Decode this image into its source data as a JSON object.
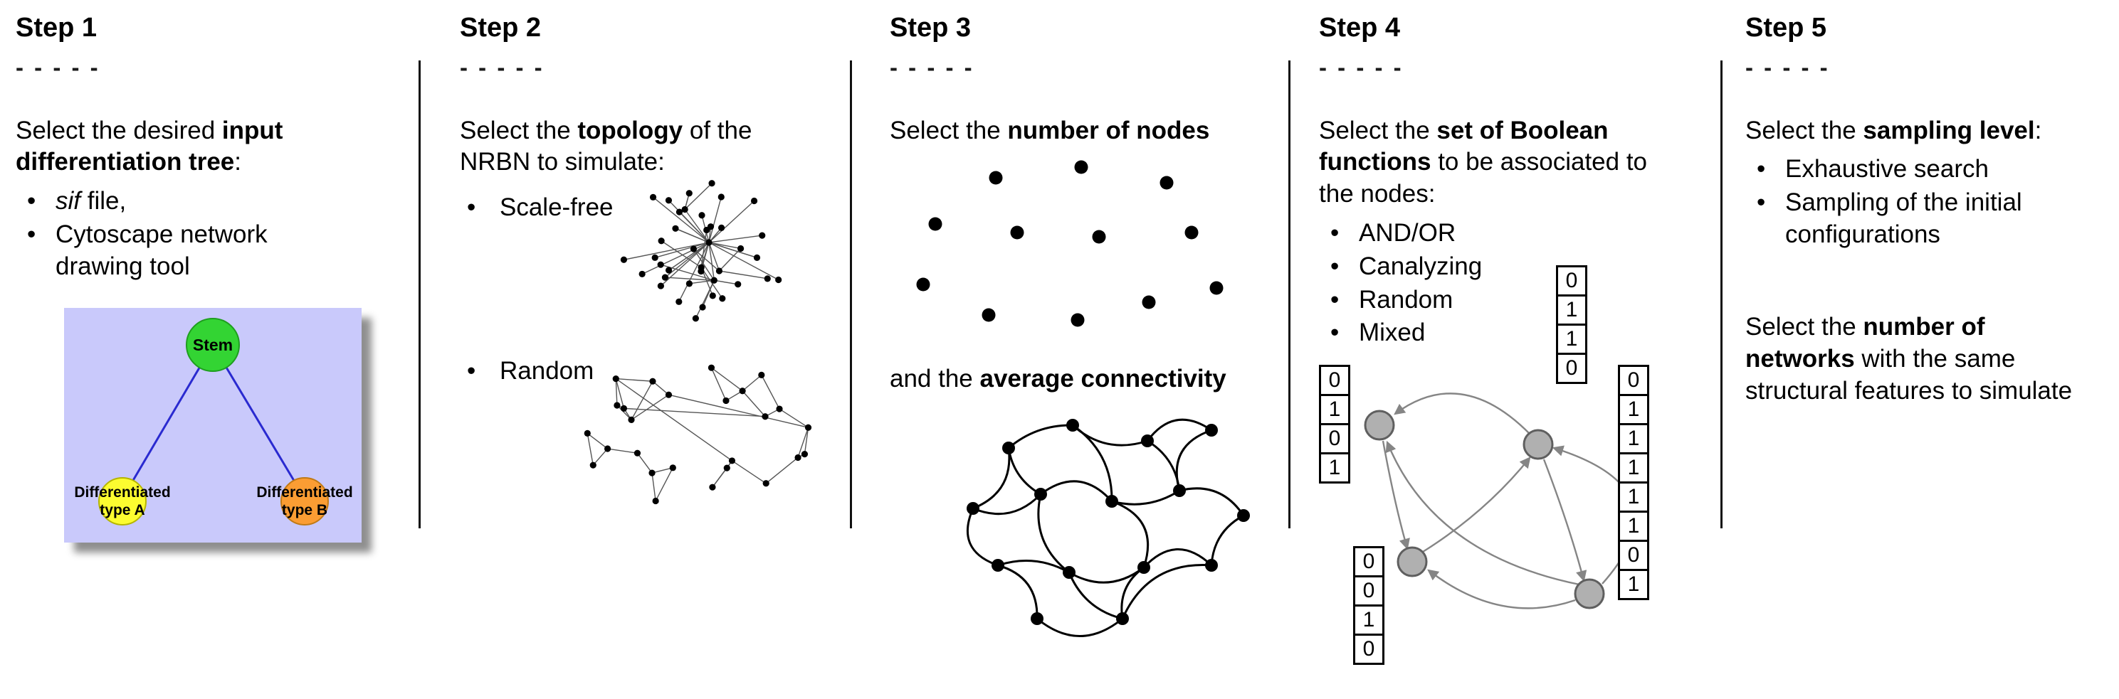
{
  "steps": [
    {
      "title": "Step 1",
      "dashes": "- - - - -",
      "intro": {
        "pre": "Select the desired ",
        "bold": "input differentiation tree",
        "post": ":"
      },
      "bullets": [
        {
          "italic": "sif",
          "rest": " file,"
        },
        {
          "text": "Cytoscape network drawing tool"
        }
      ],
      "tree": {
        "stem_label": "Stem",
        "type_a_line1": "Differentiated",
        "type_a_line2": "type A",
        "type_b_line1": "Differentiated",
        "type_b_line2": "type B",
        "bg_color": "#c9c9fb",
        "stem_color": "#33d433",
        "type_a_color": "#fcfc30",
        "type_b_color": "#fb9d33",
        "edge_color": "#2a2ad0"
      }
    },
    {
      "title": "Step 2",
      "dashes": "- - - - -",
      "intro": {
        "pre": "Select the ",
        "bold": "topology",
        "post": " of the NRBN to simulate:"
      },
      "bullets": [
        {
          "text": "Scale-free"
        },
        {
          "text": "Random"
        }
      ]
    },
    {
      "title": "Step 3",
      "dashes": "- - - - -",
      "intro": {
        "pre": "Select the ",
        "bold": "number of nodes",
        "post": ""
      },
      "mid": {
        "pre": "and the ",
        "bold": "average connectivity",
        "post": ""
      }
    },
    {
      "title": "Step 4",
      "dashes": "- - - - -",
      "intro": {
        "pre": "Select the ",
        "bold": "set of Boolean functions",
        "post": " to be associated to the nodes:"
      },
      "bullets": [
        {
          "text": "AND/OR"
        },
        {
          "text": "Canalyzing"
        },
        {
          "text": "Random"
        },
        {
          "text": "Mixed"
        }
      ],
      "tables": {
        "left": [
          "0",
          "1",
          "0",
          "1"
        ],
        "top": [
          "0",
          "1",
          "1",
          "0"
        ],
        "right": [
          "0",
          "1",
          "1",
          "1",
          "1",
          "1",
          "0",
          "1"
        ],
        "bottom": [
          "0",
          "0",
          "1",
          "0"
        ]
      }
    },
    {
      "title": "Step 5",
      "dashes": "- - - - -",
      "intro": {
        "pre": "Select the ",
        "bold": "sampling level",
        "post": ":"
      },
      "bullets": [
        {
          "text": "Exhaustive search"
        },
        {
          "text": "Sampling of the initial configurations"
        }
      ],
      "second": {
        "pre": "Select the ",
        "bold": "number of networks",
        "post": " with the same structural features to simulate"
      }
    }
  ]
}
